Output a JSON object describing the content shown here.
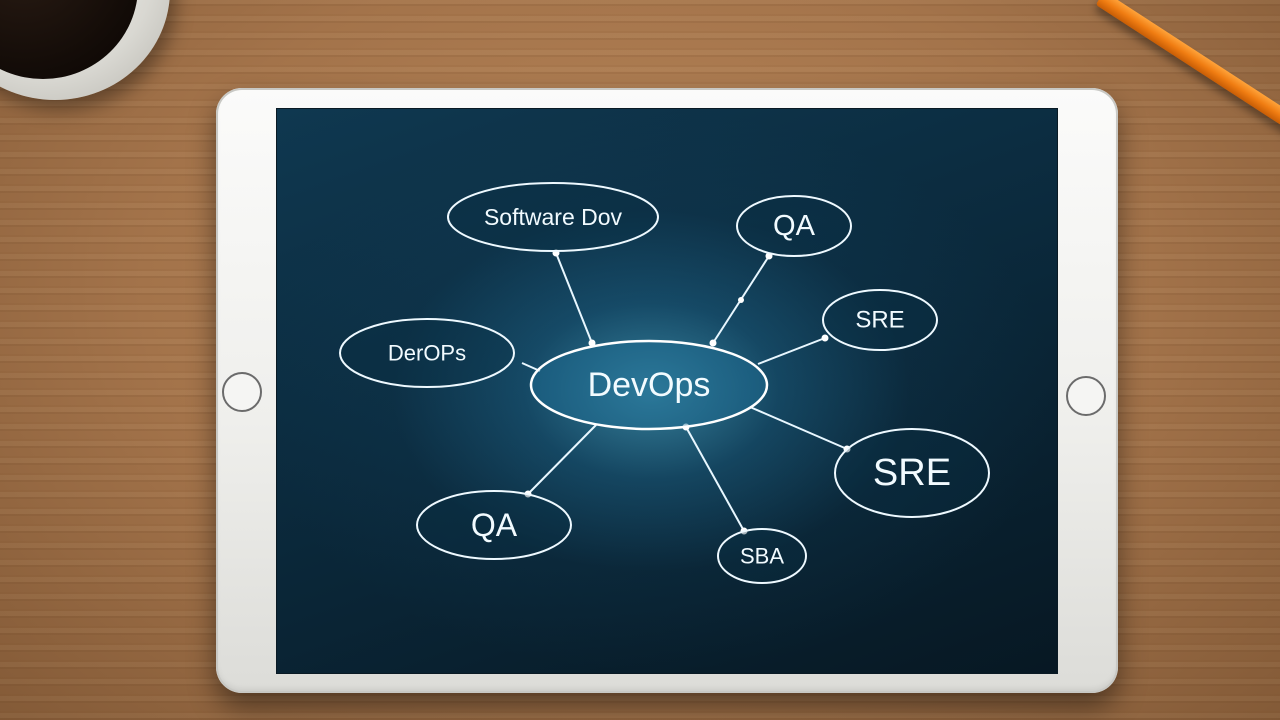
{
  "mindmap": {
    "center": "DevOps",
    "nodes": {
      "software_dev": "Software Dov",
      "qa_top": "QA",
      "sre_small": "SRE",
      "devops_left": "DerOPs",
      "sre_large": "SRE",
      "qa_bottom": "QA",
      "sba": "SBA"
    }
  },
  "colors": {
    "screen_background": "#0b2a3d",
    "glow": "#5ac8eb",
    "line": "#e8f7ff",
    "tablet_frame": "#f4f4f2",
    "desk": "#a3734a",
    "pencil": "#f07d12"
  }
}
